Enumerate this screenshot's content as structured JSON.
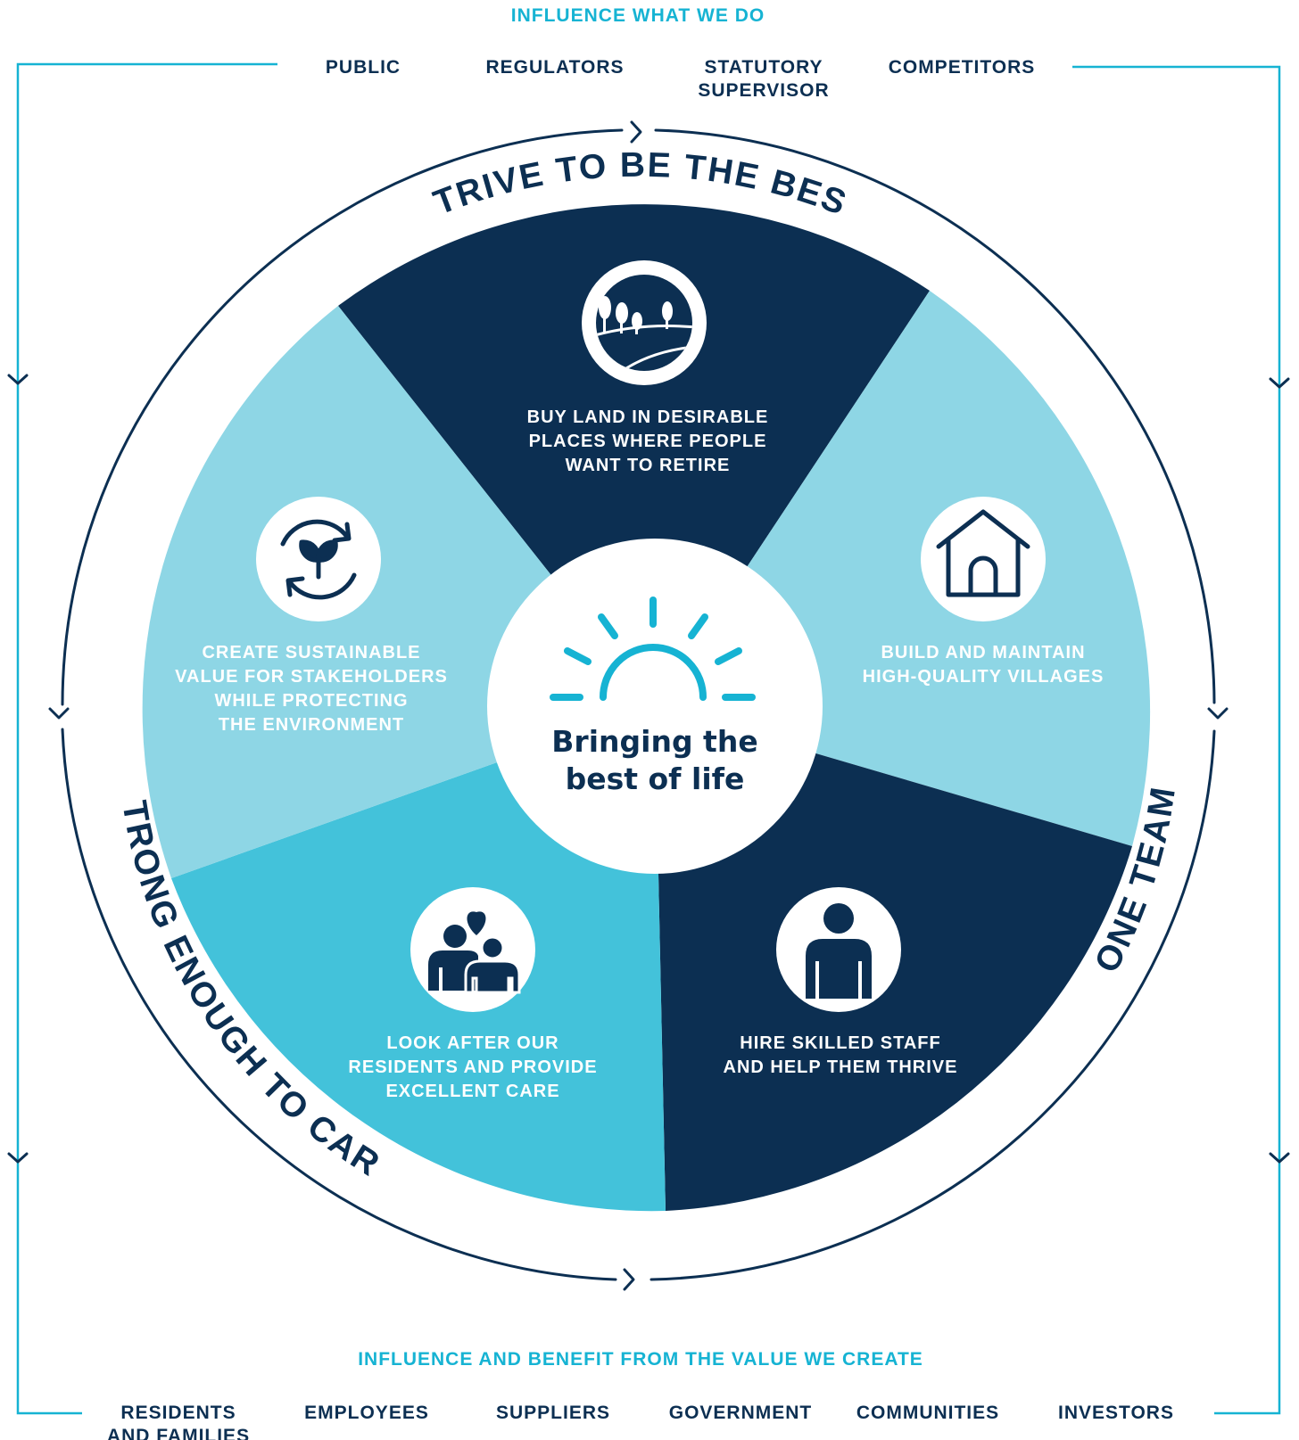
{
  "header": {
    "title": "INFLUENCE WHAT WE DO"
  },
  "top_stakeholders": [
    [
      "PUBLIC"
    ],
    [
      "REGULATORS"
    ],
    [
      "STATUTORY",
      "SUPERVISOR"
    ],
    [
      "COMPETITORS"
    ]
  ],
  "values": {
    "top": "STRIVE TO BE THE BEST",
    "right": "ONE TEAM",
    "left": "STRONG ENOUGH TO CARE"
  },
  "segments": [
    {
      "icon": "landscape-icon",
      "lines": [
        "BUY LAND IN DESIRABLE",
        "PLACES WHERE PEOPLE",
        "WANT TO RETIRE"
      ]
    },
    {
      "icon": "house-icon",
      "lines": [
        "BUILD AND MAINTAIN",
        "HIGH-QUALITY VILLAGES"
      ]
    },
    {
      "icon": "person-icon",
      "lines": [
        "HIRE SKILLED STAFF",
        "AND HELP THEM THRIVE"
      ]
    },
    {
      "icon": "family-heart-icon",
      "lines": [
        "LOOK AFTER OUR",
        "RESIDENTS AND PROVIDE",
        "EXCELLENT CARE"
      ]
    },
    {
      "icon": "sustainability-leaf-icon",
      "lines": [
        "CREATE SUSTAINABLE",
        "VALUE FOR STAKEHOLDERS",
        "WHILE PROTECTING",
        "THE ENVIRONMENT"
      ]
    }
  ],
  "center": {
    "icon": "sunrise-icon",
    "line1": "Bringing the",
    "line2": "best of life"
  },
  "footer": {
    "title": "INFLUENCE AND BENEFIT FROM THE VALUE WE CREATE"
  },
  "bottom_stakeholders": [
    [
      "RESIDENTS",
      "AND FAMILIES"
    ],
    [
      "EMPLOYEES"
    ],
    [
      "SUPPLIERS"
    ],
    [
      "GOVERNMENT"
    ],
    [
      "COMMUNITIES"
    ],
    [
      "INVESTORS"
    ]
  ],
  "colors": {
    "navy": "#0c2f52",
    "light_blue": "#8ed6e5",
    "mid_blue": "#43c2da",
    "accent": "#16b3d3"
  }
}
